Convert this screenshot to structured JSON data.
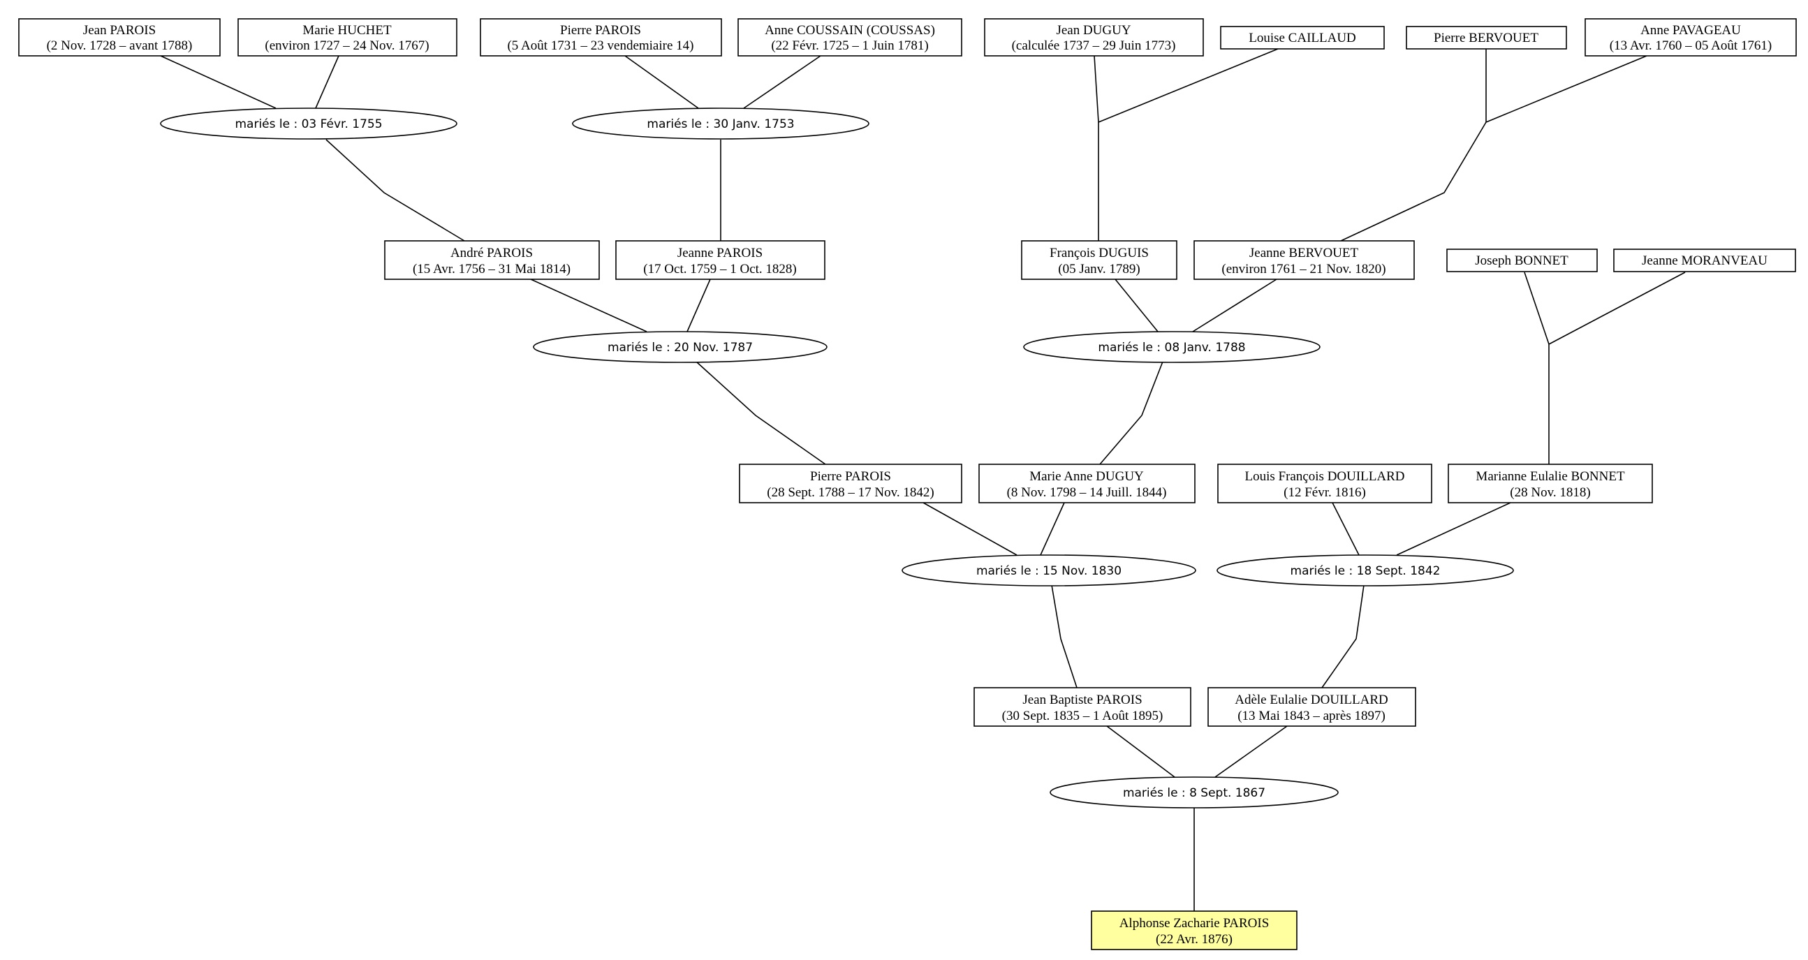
{
  "persons": {
    "p1": {
      "name": "Jean PAROIS",
      "dates": "(2 Nov. 1728 – avant 1788)"
    },
    "p2": {
      "name": "Marie HUCHET",
      "dates": "(environ 1727 – 24 Nov. 1767)"
    },
    "p3": {
      "name": "Pierre PAROIS",
      "dates": "(5 Août 1731 – 23 vendemiaire 14)"
    },
    "p4": {
      "name": "Anne COUSSAIN (COUSSAS)",
      "dates": "(22 Févr. 1725 – 1 Juin 1781)"
    },
    "p5": {
      "name": "Jean DUGUY",
      "dates": "(calculée 1737 – 29 Juin 1773)"
    },
    "p6": {
      "name": "Louise CAILLAUD",
      "dates": ""
    },
    "p7": {
      "name": "Pierre BERVOUET",
      "dates": ""
    },
    "p8": {
      "name": "Anne PAVAGEAU",
      "dates": "(13 Avr. 1760 – 05 Août 1761)"
    },
    "p9": {
      "name": "André PAROIS",
      "dates": "(15 Avr. 1756 – 31 Mai 1814)"
    },
    "p10": {
      "name": "Jeanne PAROIS",
      "dates": "(17 Oct. 1759 – 1 Oct. 1828)"
    },
    "p11": {
      "name": "François DUGUIS",
      "dates": "(05 Janv. 1789)"
    },
    "p12": {
      "name": "Jeanne BERVOUET",
      "dates": "(environ 1761 – 21 Nov. 1820)"
    },
    "p13": {
      "name": "Joseph BONNET",
      "dates": ""
    },
    "p14": {
      "name": "Jeanne MORANVEAU",
      "dates": ""
    },
    "p15": {
      "name": "Pierre PAROIS",
      "dates": "(28 Sept. 1788 – 17 Nov. 1842)"
    },
    "p16": {
      "name": "Marie Anne DUGUY",
      "dates": "(8 Nov. 1798 – 14 Juill. 1844)"
    },
    "p17": {
      "name": "Louis François DOUILLARD",
      "dates": "(12 Févr. 1816)"
    },
    "p18": {
      "name": "Marianne Eulalie BONNET",
      "dates": "(28 Nov. 1818)"
    },
    "p19": {
      "name": "Jean Baptiste PAROIS",
      "dates": "(30 Sept. 1835 – 1 Août 1895)"
    },
    "p20": {
      "name": "Adèle Eulalie DOUILLARD",
      "dates": "(13 Mai 1843 – après 1897)"
    },
    "p21": {
      "name": "Alphonse Zacharie PAROIS",
      "dates": "(22 Avr. 1876)"
    }
  },
  "unions": {
    "u1": {
      "label": "mariés le : 03 Févr. 1755"
    },
    "u2": {
      "label": "mariés le : 30 Janv. 1753"
    },
    "u3": {
      "label": ""
    },
    "u4": {
      "label": ""
    },
    "u5": {
      "label": "mariés le : 20 Nov. 1787"
    },
    "u6": {
      "label": "mariés le : 08 Janv. 1788"
    },
    "u7": {
      "label": ""
    },
    "u8": {
      "label": "mariés le : 15 Nov. 1830"
    },
    "u9": {
      "label": "mariés le : 18 Sept. 1842"
    },
    "u10": {
      "label": "mariés le : 8 Sept. 1867"
    }
  },
  "colors": {
    "root_fill": "#ffffa0",
    "box_fill": "#ffffff",
    "stroke": "#000000"
  }
}
